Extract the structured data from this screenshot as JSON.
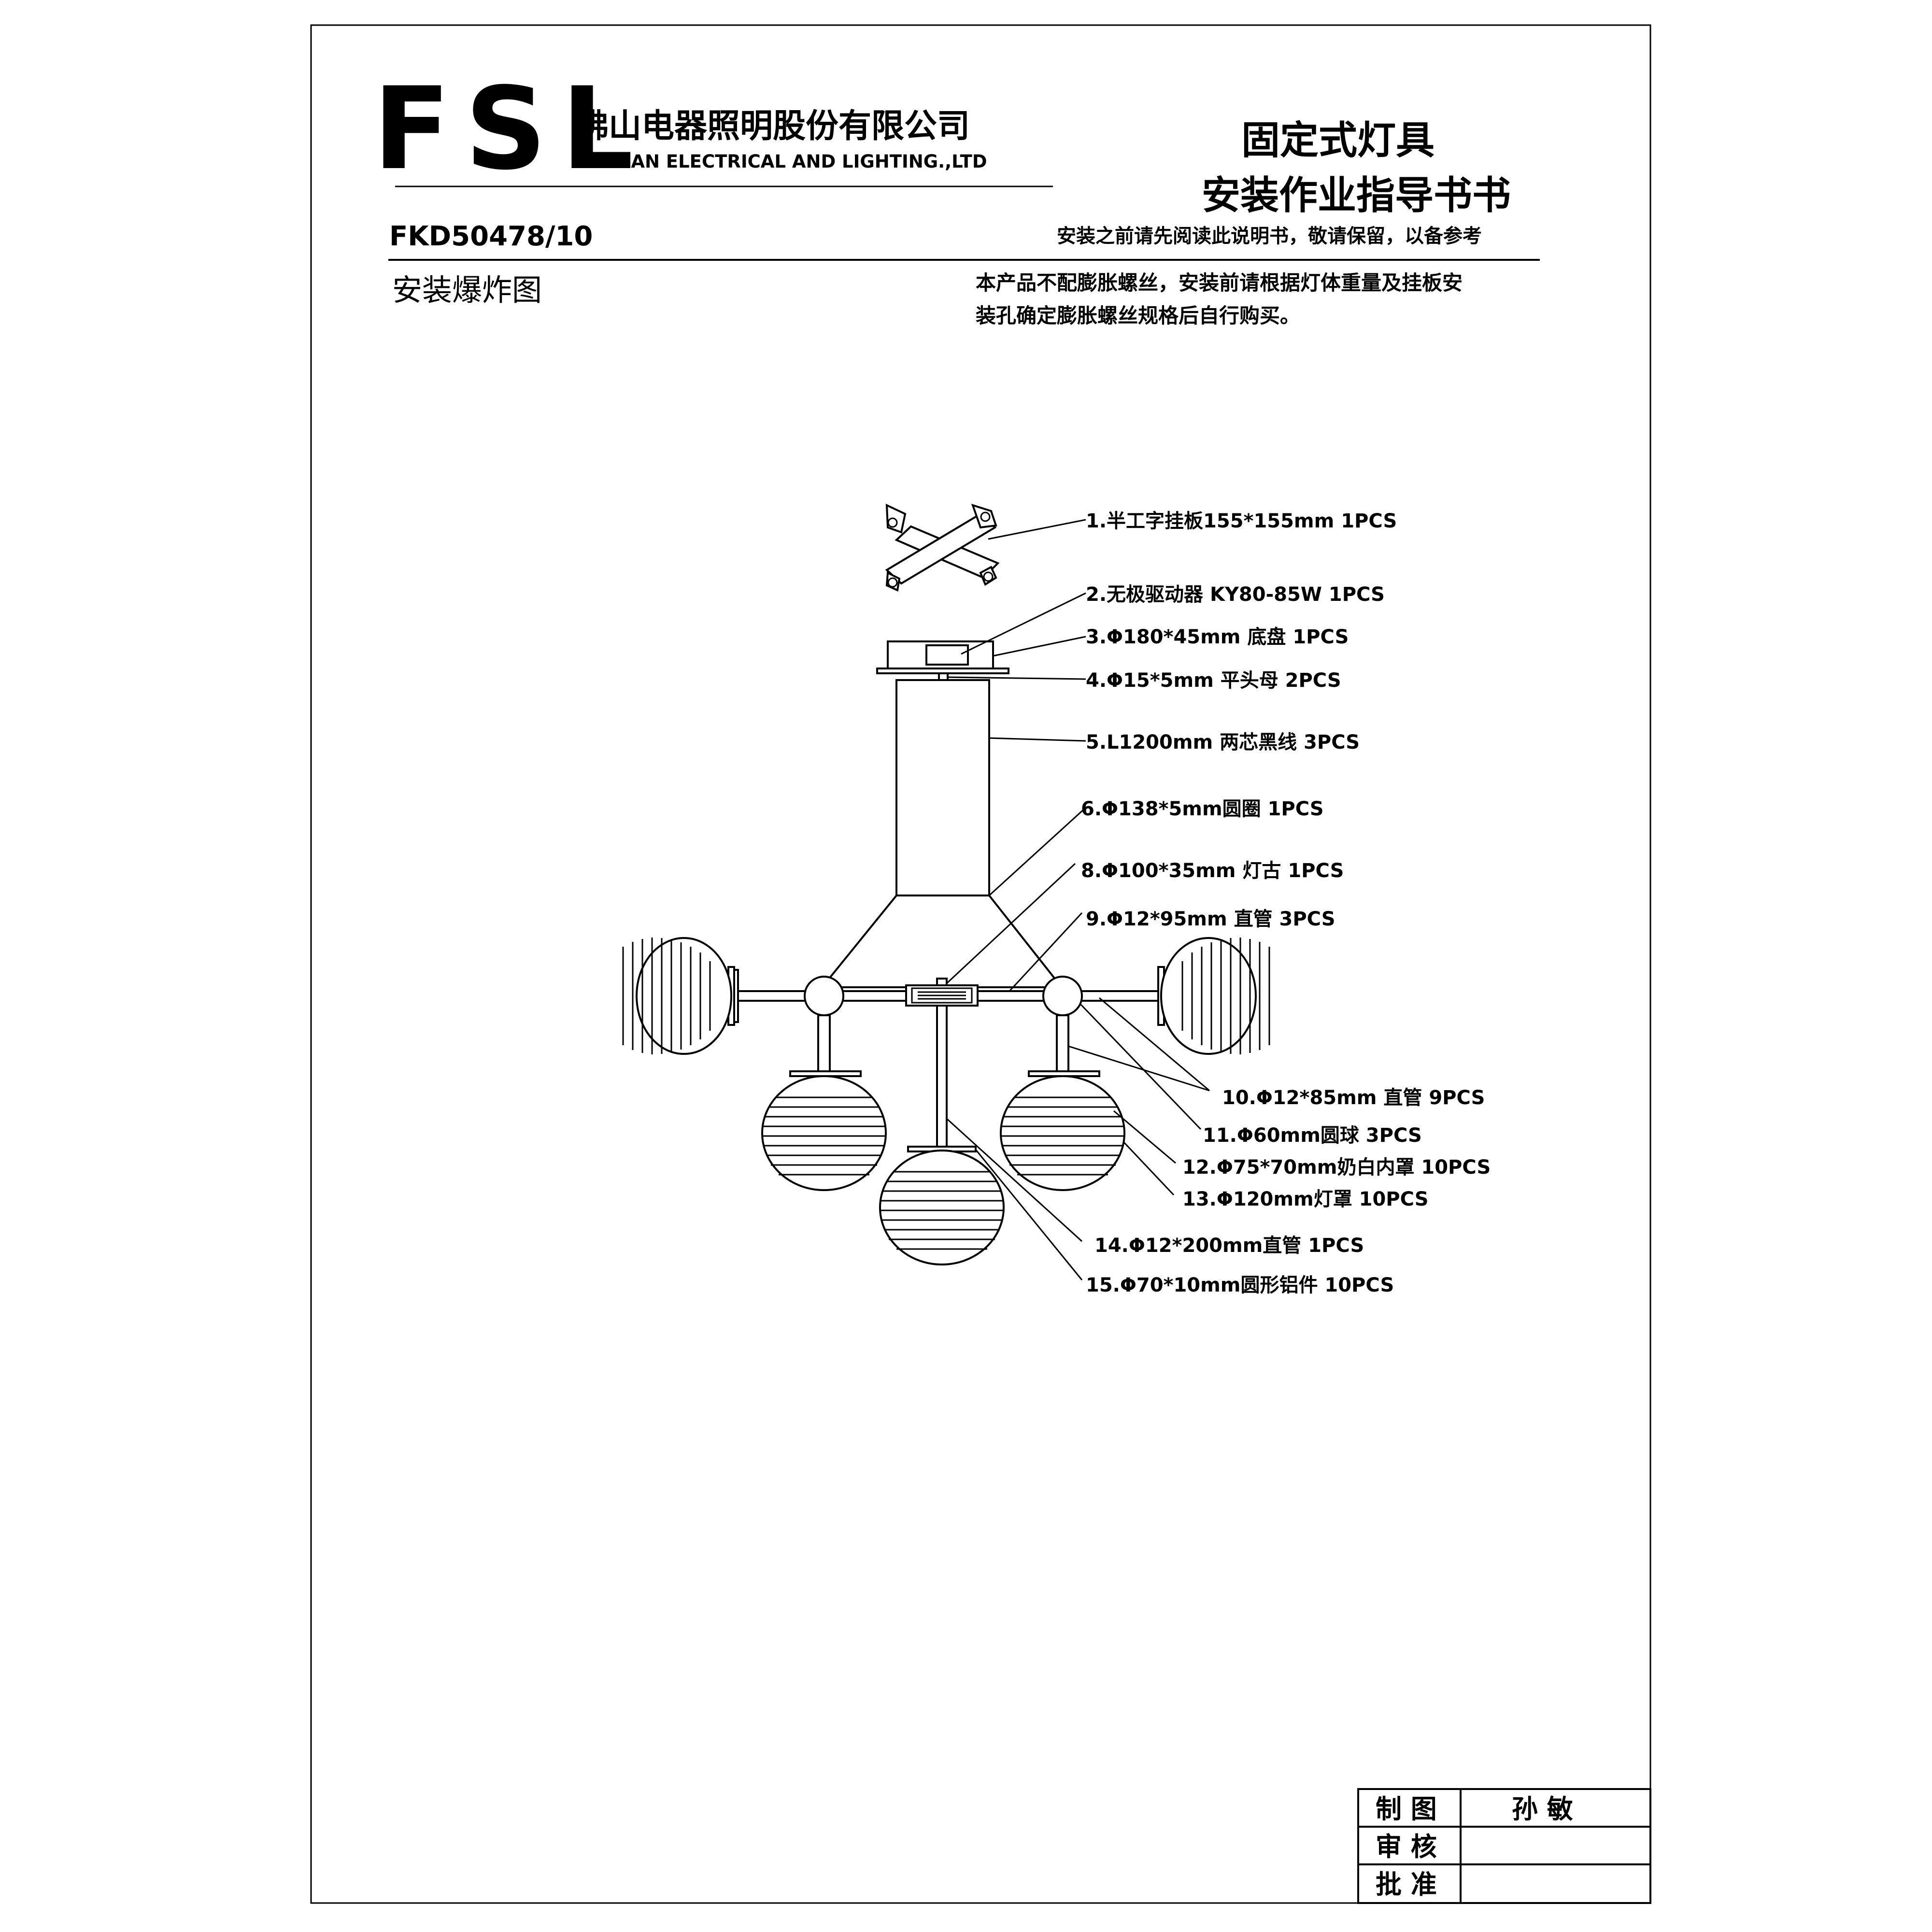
{
  "header": {
    "logo": "FSL",
    "company_cn": "佛山电器照明股份有限公司",
    "company_en": "FOSHAN ELECTRICAL AND LIGHTING.,LTD",
    "title_line1": "固定式灯具",
    "title_line2": "安装作业指导书书",
    "model": "FKD50478/10",
    "instruction": "安装之前请先阅读此说明书，敬请保留，以备参考"
  },
  "section_title": "安装爆炸图",
  "notice": {
    "line1": "本产品不配膨胀螺丝，安装前请根据灯体重量及挂板安",
    "line2": "装孔确定膨胀螺丝规格后自行购买。"
  },
  "parts": [
    "1.半工字挂板155*155mm 1PCS",
    "2.无极驱动器 KY80-85W 1PCS",
    "3.Φ180*45mm 底盘 1PCS",
    "4.Φ15*5mm 平头母 2PCS",
    "5.L1200mm 两芯黑线 3PCS",
    "6.Φ138*5mm圆圈 1PCS",
    "8.Φ100*35mm 灯古 1PCS",
    "9.Φ12*95mm 直管 3PCS",
    "10.Φ12*85mm 直管 9PCS",
    "11.Φ60mm圆球 3PCS",
    "12.Φ75*70mm奶白内罩 10PCS",
    "13.Φ120mm灯罩 10PCS",
    "14.Φ12*200mm直管 1PCS",
    "15.Φ70*10mm圆形铝件 10PCS"
  ],
  "signoff": {
    "rows": [
      {
        "label": "制  图",
        "value": "孙  敏"
      },
      {
        "label": "审  核",
        "value": ""
      },
      {
        "label": "批  准",
        "value": ""
      }
    ]
  }
}
